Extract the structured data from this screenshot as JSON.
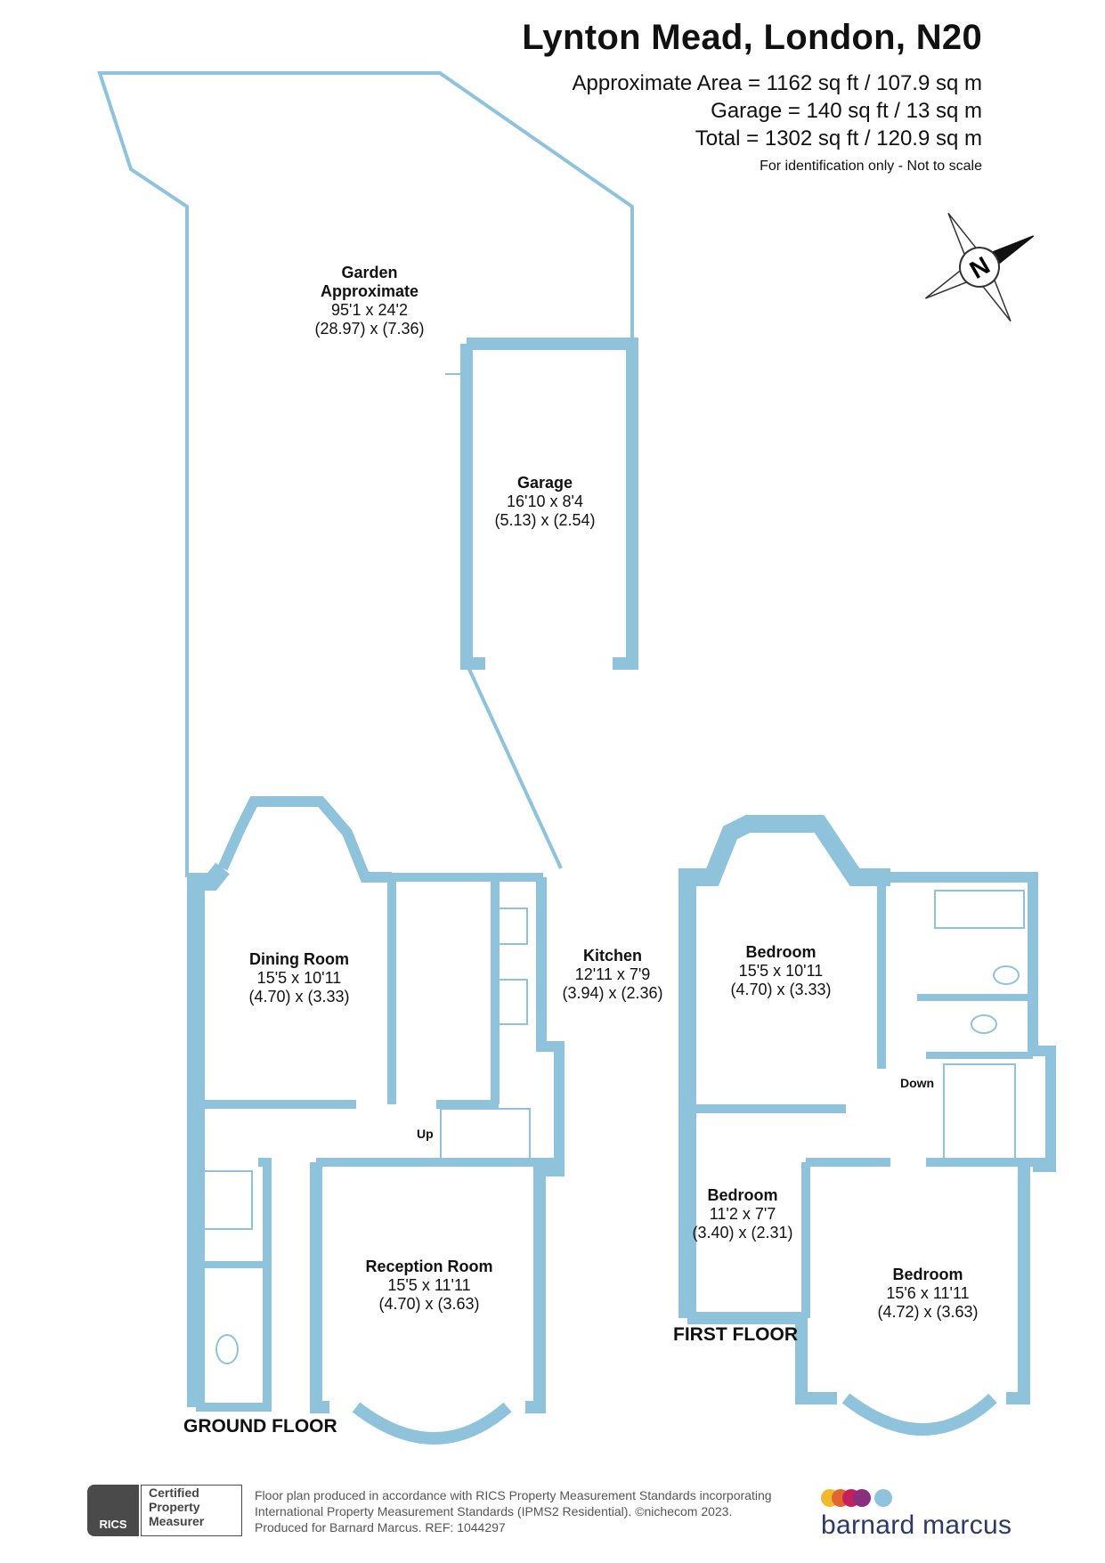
{
  "header": {
    "title": "Lynton Mead, London, N20",
    "area_lines": [
      "Approximate Area = 1162 sq ft / 107.9 sq m",
      "Garage = 140 sq ft / 13 sq m",
      "Total = 1302 sq ft / 120.9 sq m"
    ],
    "identification": "For identification only - Not to scale"
  },
  "compass": {
    "label": "N"
  },
  "rooms": {
    "garden": {
      "name": "Garden",
      "name2": "Approximate",
      "imperial": "95'1 x 24'2",
      "metric": "(28.97) x (7.36)"
    },
    "garage": {
      "name": "Garage",
      "imperial": "16'10 x 8'4",
      "metric": "(5.13) x (2.54)"
    },
    "dining": {
      "name": "Dining Room",
      "imperial": "15'5 x 10'11",
      "metric": "(4.70) x (3.33)"
    },
    "kitchen": {
      "name": "Kitchen",
      "imperial": "12'11 x 7'9",
      "metric": "(3.94) x (2.36)"
    },
    "reception": {
      "name": "Reception Room",
      "imperial": "15'5 x 11'11",
      "metric": "(4.70) x (3.63)"
    },
    "bedroom1": {
      "name": "Bedroom",
      "imperial": "15'5 x 10'11",
      "metric": "(4.70) x (3.33)"
    },
    "bedroom2": {
      "name": "Bedroom",
      "imperial": "11'2 x 7'7",
      "metric": "(3.40) x (2.31)"
    },
    "bedroom3": {
      "name": "Bedroom",
      "imperial": "15'6 x 11'11",
      "metric": "(4.72) x (3.63)"
    }
  },
  "labels": {
    "up": "Up",
    "down": "Down",
    "ground_floor": "GROUND FLOOR",
    "first_floor": "FIRST FLOOR"
  },
  "footer": {
    "note_lines": [
      "Floor plan produced in accordance with RICS Property Measurement Standards incorporating",
      "International Property Measurement Standards (IPMS2 Residential).  ©nichecom 2023.",
      "Produced for Barnard Marcus.   REF:  1044297"
    ],
    "rics_badge": [
      "Certified",
      "Property",
      "Measurer"
    ],
    "rics_logo": "RICS",
    "brand": "barnard marcus"
  },
  "colors": {
    "wall": "#8ec3db",
    "text": "#111111",
    "brand": "#2b3a67",
    "brand_dots": [
      "#f1b92c",
      "#e2652f",
      "#c51f5d",
      "#8a2e7e",
      "#8ec3db"
    ]
  }
}
